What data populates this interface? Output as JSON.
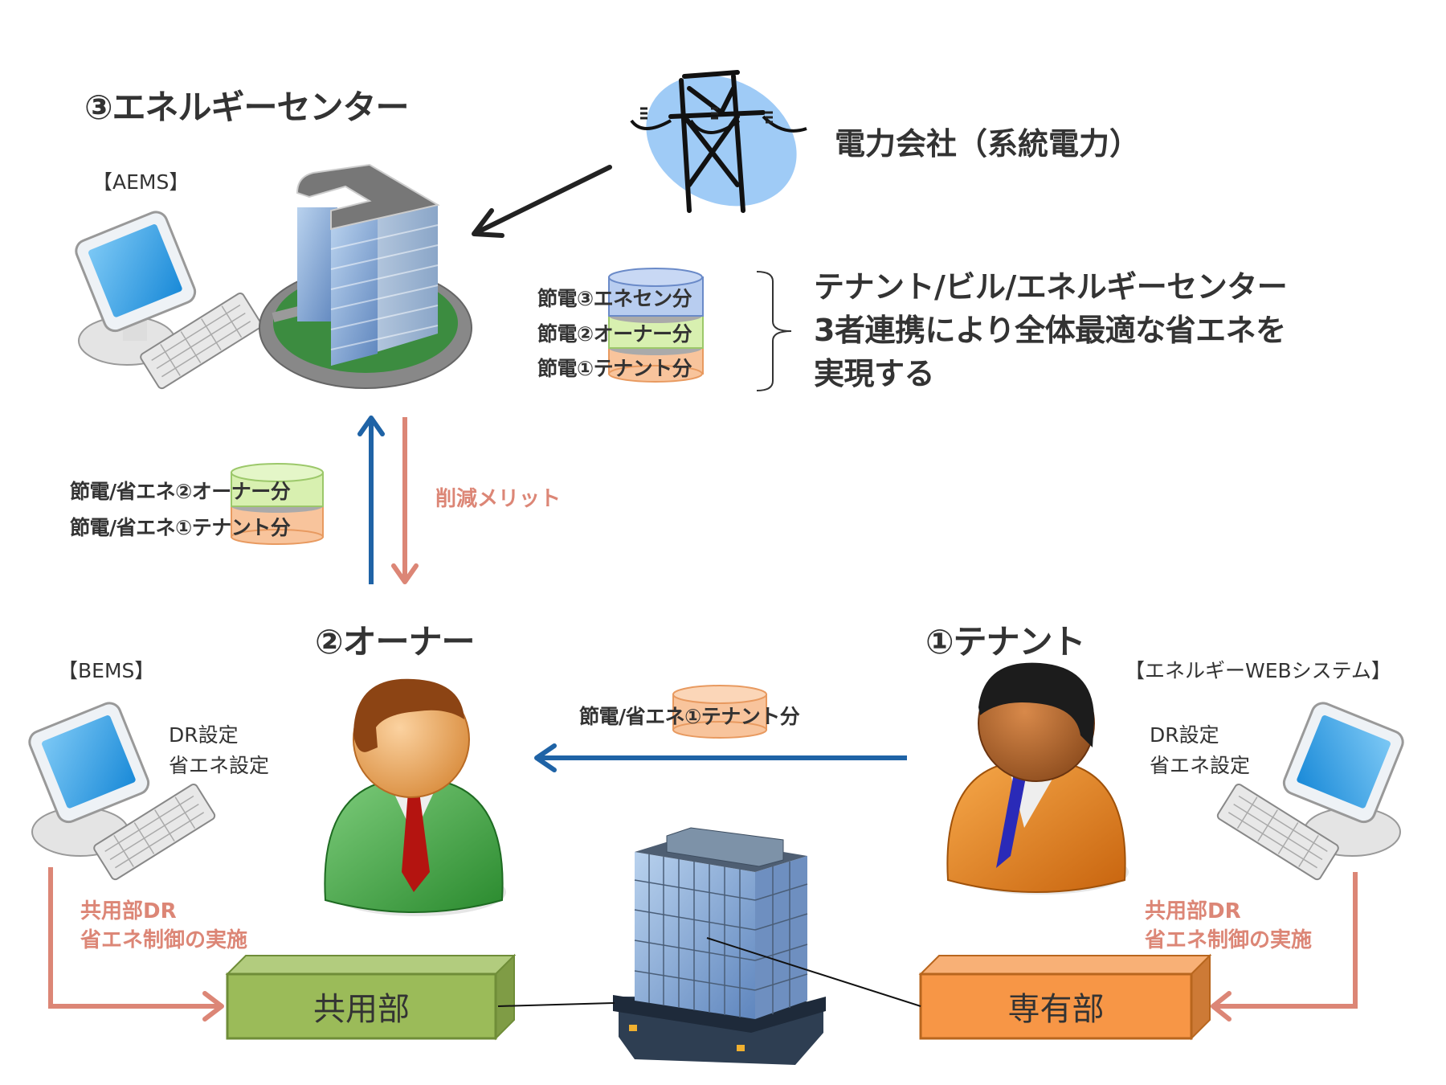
{
  "energy_center": {
    "title": "③エネルギーセンター",
    "system_label": "【AEMS】"
  },
  "power_company": {
    "label": "電力会社（系統電力）"
  },
  "savings_stack": {
    "items": [
      {
        "label": "節電③エネセン分",
        "color": "#b8cdf0"
      },
      {
        "label": "節電②オーナー分",
        "color": "#d8f0b0"
      },
      {
        "label": "節電①テナント分",
        "color": "#f8c49c"
      }
    ]
  },
  "summary": {
    "lines": [
      "テナント/ビル/エネルギーセンター",
      "3者連携により全体最適な省エネを",
      "実現する"
    ]
  },
  "owner_to_center": {
    "items": [
      {
        "label": "節電/省エネ②オーナー分"
      },
      {
        "label": "節電/省エネ①テナント分"
      }
    ],
    "return_label": "削減メリット"
  },
  "owner": {
    "title": "②オーナー",
    "system_label": "【BEMS】",
    "settings": [
      "DR設定",
      "省エネ設定"
    ],
    "control_label": [
      "共用部DR",
      "省エネ制御の実施"
    ],
    "area_label": "共用部"
  },
  "tenant": {
    "title": "①テナント",
    "system_label": "【エネルギーWEBシステム】",
    "settings": [
      "DR設定",
      "省エネ設定"
    ],
    "control_label": [
      "共用部DR",
      "省エネ制御の実施"
    ],
    "area_label": "専有部"
  },
  "tenant_to_owner": {
    "label": "節電/省エネ①テナント分"
  },
  "colors": {
    "flow_blue": "#1f63a6",
    "flow_salmon": "#dc8676",
    "common_area": "#9bbb59",
    "private_area": "#f79646"
  }
}
